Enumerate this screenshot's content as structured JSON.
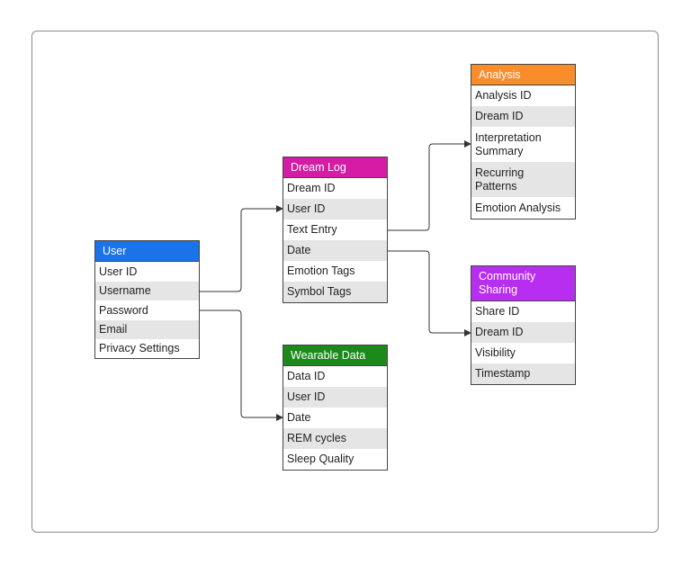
{
  "colors": {
    "user": "#1a73e8",
    "dream_log": "#d61ba5",
    "wearable": "#1b8a1b",
    "analysis": "#f98d2b",
    "community": "#b82ef0",
    "alt_row": "#e5e5e5",
    "line": "#333333"
  },
  "entities": {
    "user": {
      "title": "User",
      "fields": [
        "User ID",
        "Username",
        "Password",
        "Email",
        "Privacy Settings"
      ]
    },
    "dream_log": {
      "title": "Dream Log",
      "fields": [
        "Dream ID",
        "User ID",
        "Text Entry",
        "Date",
        "Emotion Tags",
        "Symbol Tags"
      ]
    },
    "wearable": {
      "title": "Wearable Data",
      "fields": [
        "Data ID",
        "User ID",
        "Date",
        "REM cycles",
        "Sleep Quality"
      ]
    },
    "analysis": {
      "title": "Analysis",
      "fields": [
        "Analysis ID",
        "Dream ID",
        "Interpretation\n Summary",
        "Recurring\n Patterns",
        "Emotion Analysis"
      ]
    },
    "community": {
      "title": "Community\n Sharing",
      "fields": [
        "Share ID",
        "Dream ID",
        "Visibility",
        "Timestamp"
      ]
    }
  },
  "connections": [
    {
      "from": "User.Username",
      "to": "Dream Log.User ID"
    },
    {
      "from": "User.Password",
      "to": "Wearable Data.Date"
    },
    {
      "from": "Dream Log.Text Entry",
      "to": "Analysis.Interpretation Summary"
    },
    {
      "from": "Dream Log.Date",
      "to": "Community Sharing.Dream ID"
    }
  ]
}
